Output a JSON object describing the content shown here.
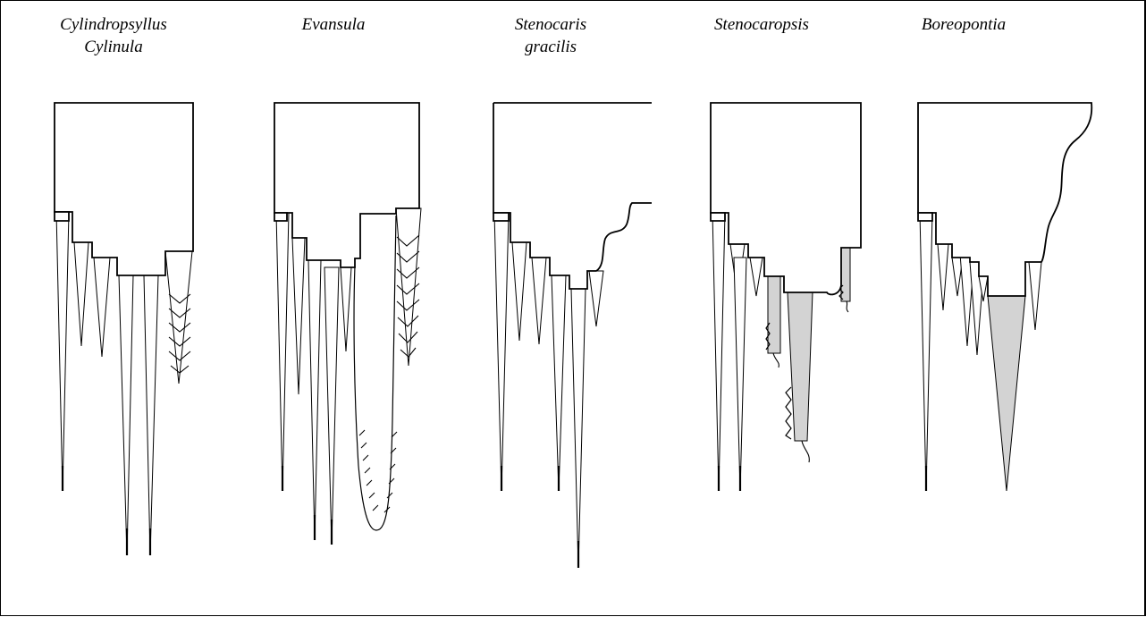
{
  "figure": {
    "panels": [
      {
        "title_line1": "Cylindropsyllus",
        "title_line2": "Cylinula"
      },
      {
        "title_line1": "Evansula",
        "title_line2": ""
      },
      {
        "title_line1": "Stenocaris",
        "title_line2": "gracilis"
      },
      {
        "title_line1": "Stenocaropsis",
        "title_line2": ""
      },
      {
        "title_line1": "Boreopontia",
        "title_line2": ""
      }
    ],
    "colors": {
      "stroke": "#000000",
      "shaded_seta": "#d3d3d3",
      "background": "#ffffff"
    }
  }
}
